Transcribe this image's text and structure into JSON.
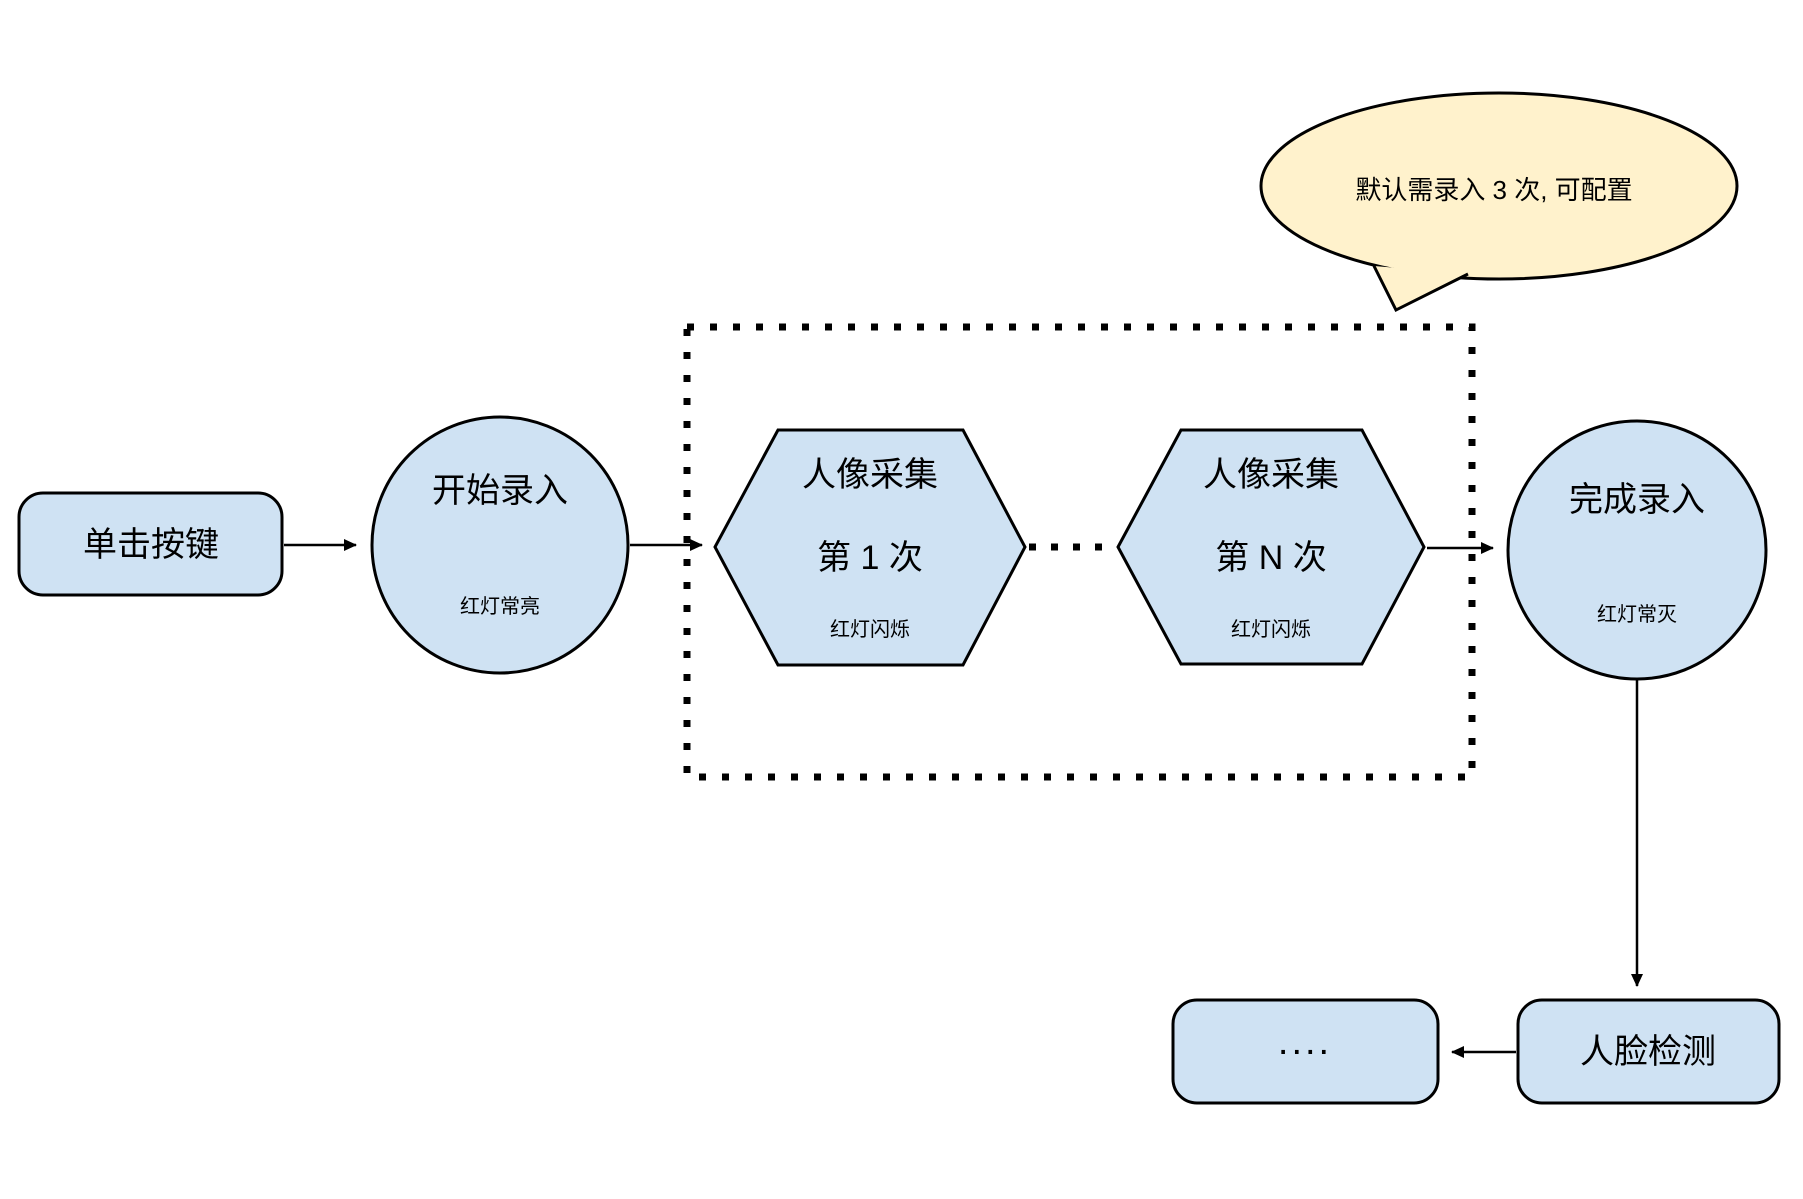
{
  "nodes": {
    "click_button": {
      "label": "单击按键"
    },
    "start_enroll": {
      "label": "开始录入",
      "sublabel": "红灯常亮"
    },
    "capture_first": {
      "line1": "人像采集",
      "line2": "第 1 次",
      "sublabel": "红灯闪烁"
    },
    "capture_nth": {
      "line1": "人像采集",
      "line2": "第 N 次",
      "sublabel": "红灯闪烁"
    },
    "finish_enroll": {
      "label": "完成录入",
      "sublabel": "红灯常灭"
    },
    "face_detect": {
      "label": "人脸检测"
    },
    "continuation": {
      "label": "...."
    }
  },
  "callout": {
    "text": "默认需录入 3 次, 可配置"
  },
  "colors": {
    "node_fill": "#cfe2f3",
    "callout_fill": "#fff2cc",
    "stroke": "#000000",
    "background": "#ffffff"
  }
}
